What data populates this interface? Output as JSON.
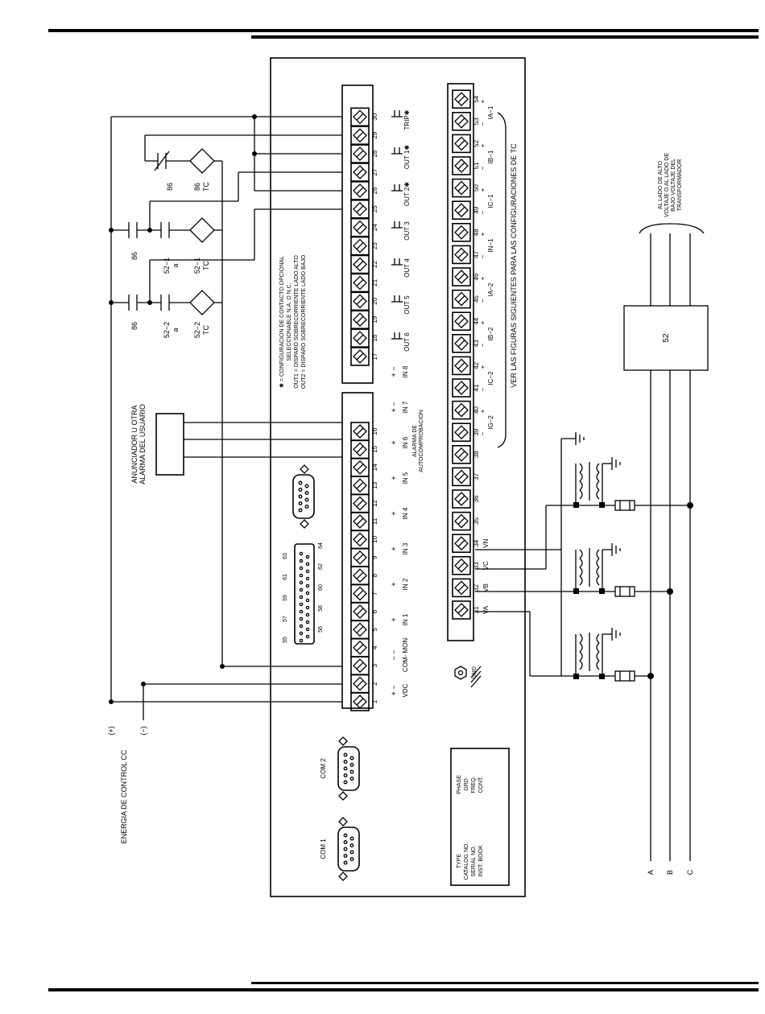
{
  "terminals_left": [
    "1",
    "2",
    "3",
    "4",
    "5",
    "6",
    "7",
    "8",
    "9",
    "10",
    "11",
    "12",
    "13",
    "14",
    "15",
    "16"
  ],
  "terminals_left_top": [
    "17",
    "18",
    "19",
    "20",
    "21",
    "22",
    "23",
    "24",
    "25",
    "26",
    "27",
    "28",
    "29",
    "30"
  ],
  "terminals_right": [
    "31",
    "32",
    "33",
    "34",
    "35",
    "36",
    "37",
    "38",
    "39",
    "40",
    "41",
    "42",
    "43",
    "44",
    "45",
    "46",
    "47",
    "48",
    "49",
    "50",
    "51",
    "52",
    "53",
    "54"
  ],
  "inputs": [
    {
      "label": "VDC",
      "sign": "+ −"
    },
    {
      "label": "COM-\nMON",
      "sign": "− −"
    },
    {
      "label": "IN 1",
      "sign": "+"
    },
    {
      "label": "IN 2",
      "sign": "+"
    },
    {
      "label": "IN 3",
      "sign": "+"
    },
    {
      "label": "IN 4",
      "sign": "+"
    },
    {
      "label": "IN 5",
      "sign": "+"
    },
    {
      "label": "IN 6",
      "sign": "+"
    },
    {
      "label": "IN 7",
      "sign": "+ −"
    },
    {
      "label": "IN 8",
      "sign": "+ −"
    }
  ],
  "outputs": [
    "OUT 6",
    "OUT 5",
    "OUT 4",
    "OUT 3",
    "OUT 2✱",
    "OUT 1✱",
    "TRIP✱"
  ],
  "ct_labels": [
    "IG−2",
    "IC−2",
    "IB−2",
    "IA−2",
    "IN−1",
    "IC−1",
    "IB−1",
    "IA−1"
  ],
  "voltage_labels": [
    "VA",
    "VB",
    "VC",
    "VN"
  ],
  "alarm_label": "ALARMA DE\nAUTOCOMPROBACION",
  "annunciator": "ANUNCIADOR U OTRA\nALARMA DEL USUARIO",
  "note_lines": [
    "✱ = CONFIGURACION DE CONTACTO OPCIONAL",
    "SELECCIONABLE N.A. O N.C.",
    "OUT1 = DISPARO SOBRECORRIENTE LADO ALTO",
    "OUT2 = DISPARO SOBRECORRIENTE LADO BAJO"
  ],
  "ct_note": "VER LAS FIGURAS SIGUIENTES PARA LAS CONFIGURACIONES DE TC",
  "control_power": "ENERGIA DE CONTROL CC",
  "plus": "(+)",
  "minus": "(−)",
  "devices": {
    "d86": "86",
    "tc86": "86\nTC",
    "b52_1": "52−1\na",
    "tc52_1": "52−1\nTC",
    "b52_2": "52−2\na",
    "tc52_2": "52−2\nTC",
    "breaker": "52"
  },
  "phases": [
    "A",
    "B",
    "C"
  ],
  "transformer_note": "AL LADO DE ALTO\nVOLTAJE O AL LADO DE\nBAJO VOLTAJE DEL\nTRANSFORMADOR",
  "com1": "COM 1",
  "com2": "COM 2",
  "gnd": "GND",
  "db_pins": [
    "55",
    "56",
    "57",
    "58",
    "59",
    "60",
    "61",
    "62",
    "63",
    "64"
  ],
  "nameplate_left": [
    "TYPE",
    "CATALOG NO.",
    "SERIAL NO.",
    "INST. BOOK"
  ],
  "nameplate_right": [
    "PHASE",
    "GRD",
    "FREQ.",
    "CONT."
  ]
}
